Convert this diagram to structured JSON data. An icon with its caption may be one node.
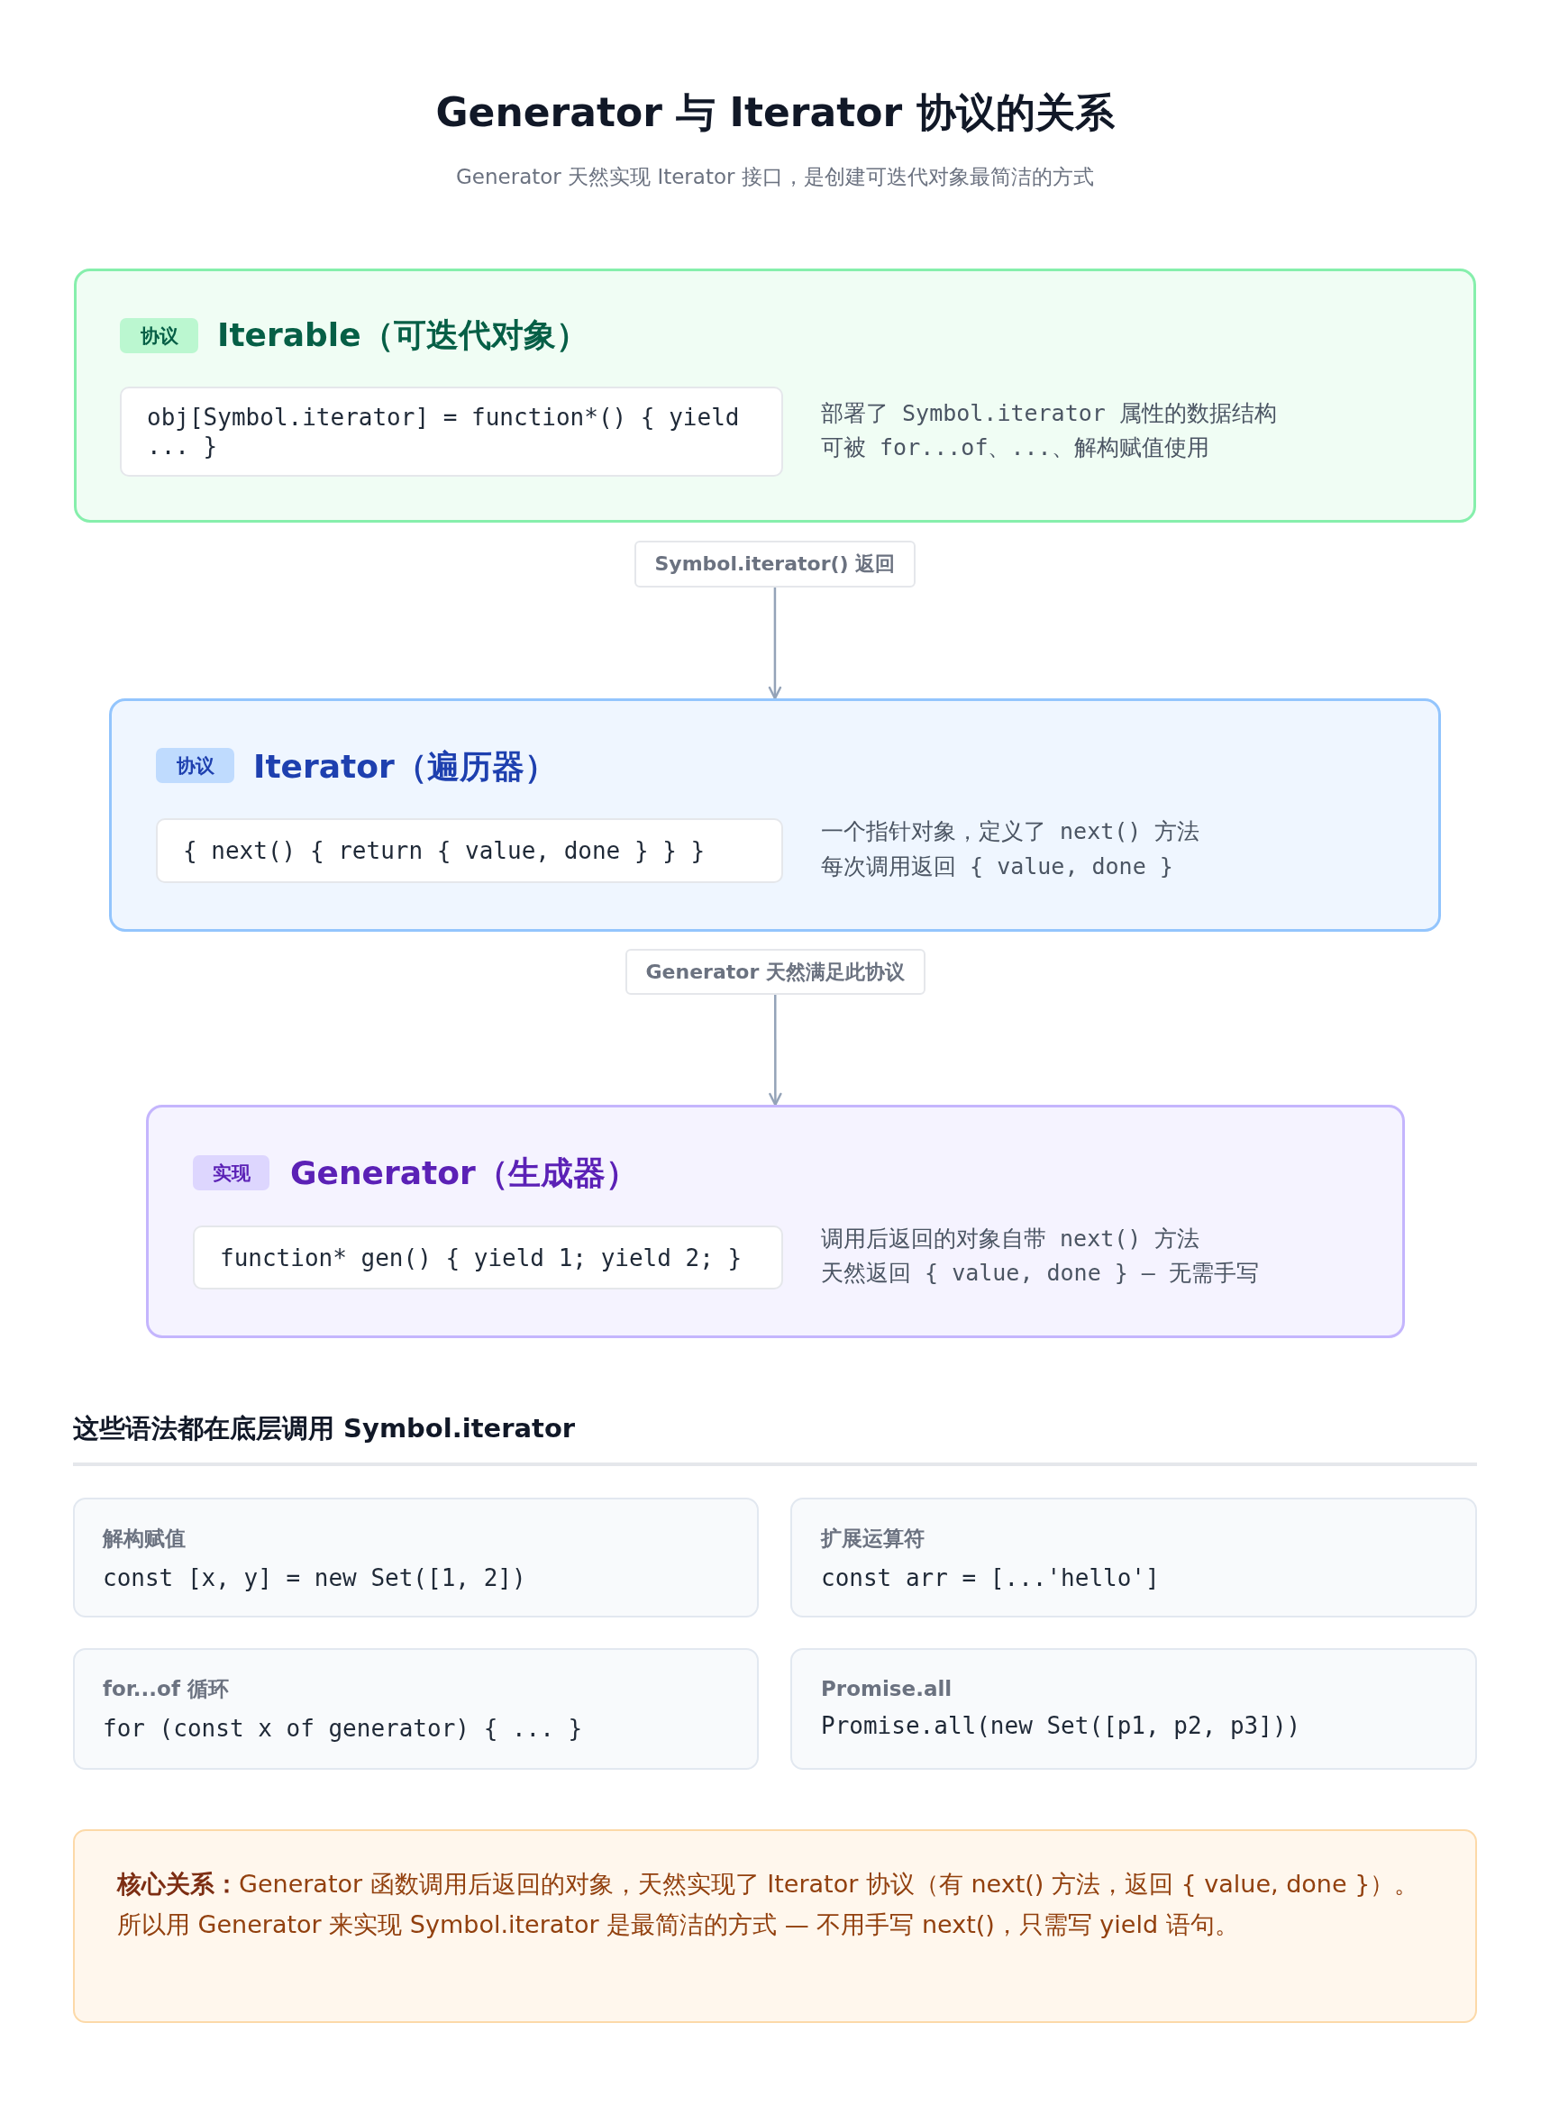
{
  "diagram": {
    "title": "Generator 与 Iterator 协议的关系",
    "nodes": [
      {
        "text": [
          "Iterable（可迭代对象）",
          "部署了 Symbol.iterator 属性的数据结构",
          "可被 for...of、...、解构赋值使用"
        ]
      },
      {
        "text": [
          "协议"
        ],
        "in": 0
      },
      {
        "text": [
          "obj[Symbol.iterator] = function*() { yield ... }"
        ],
        "in": 0
      },
      {
        "text": [
          "Symbol.iterator() 返回"
        ]
      },
      {
        "text": [
          "Iterator（遍历器）",
          "一个指针对象，定义了 next() 方法",
          "每次调用返回 { value, done }"
        ]
      },
      {
        "text": [
          "协议"
        ],
        "in": 4
      },
      {
        "text": [
          "{ next() { return { value, done } } }"
        ],
        "in": 4
      },
      {
        "text": [
          "Generator 天然满足此协议"
        ]
      },
      {
        "text": [
          "Generator（生成器）",
          "调用后返回的对象自带 next() 方法",
          "天然返回 { value, done } — 无需手写"
        ]
      },
      {
        "text": [
          "实现"
        ],
        "in": 8
      },
      {
        "text": [
          "function* gen() { yield 1; yield 2; }"
        ],
        "in": 8
      },
      {
        "text": [
          "解构赋值",
          "const [x, y] = new Set([1, 2])"
        ]
      },
      {
        "text": [
          "扩展运算符",
          "const arr = [...'hello']"
        ]
      },
      {
        "text": [
          "for...of 循环",
          "for (const x of generator) { ... }"
        ]
      },
      {
        "text": [
          "Promise.all",
          "Promise.all(new Set([p1, p2, p3]))"
        ]
      },
      {
        "text": [
          "**核心关系：**Generator 函数调用后返回的对象，天然实现了 Iterator 协议（有 next() 方法，返回 { value, done }）。所以用 Generator 来实现 Symbol.iterator 是最简洁的方式 — 不用手写 next()，只需写 yield 语句。"
        ]
      }
    ],
    "edges": [
      {
        "from": 3,
        "to": 4,
        "arrow": "to"
      },
      {
        "from": 7,
        "to": 8,
        "arrow": "to"
      }
    ],
    "labels": [
      "Generator 天然实现 Iterator 接口，是创建可迭代对象最简洁的方式",
      "这些语法都在底层调用 Symbol.iterator"
    ]
  }
}
